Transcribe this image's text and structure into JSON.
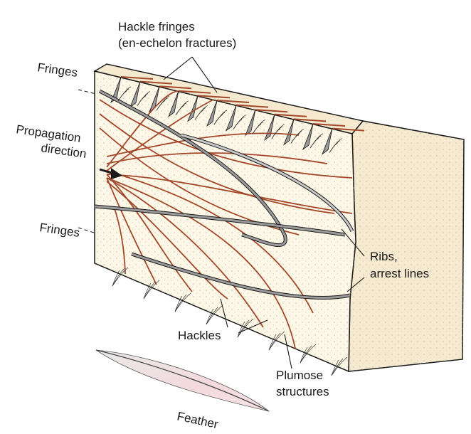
{
  "labels": {
    "hackle_fringes_line1": "Hackle fringes",
    "hackle_fringes_line2": "(en-echelon fractures)",
    "fringes_top": "Fringes",
    "propagation_line1": "Propagation",
    "propagation_line2": "direction",
    "fringes_bottom": "Fringes",
    "ribs_line1": "Ribs,",
    "ribs_line2": "arrest lines",
    "hackles": "Hackles",
    "plumose_line1": "Plumose",
    "plumose_line2": "structures",
    "feather": "Feather"
  },
  "colors": {
    "front_face": "#fcf7e6",
    "side_face": "#f5ead0",
    "hackle": "#a3482a",
    "rib": "#8a8a8a",
    "outline": "#1a1a1a"
  }
}
